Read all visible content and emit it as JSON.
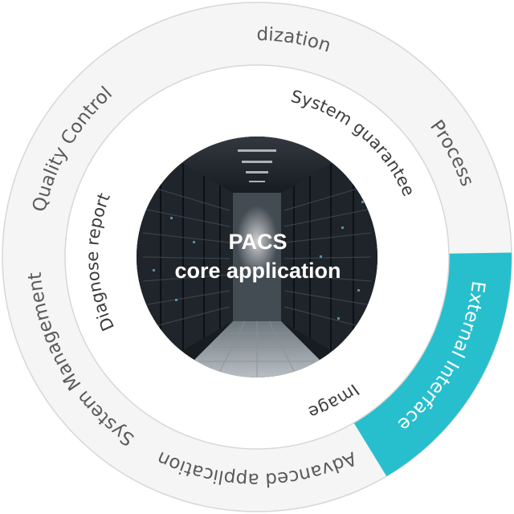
{
  "colors": {
    "accent": "#27bfcd",
    "ring_fill": "#f5f5f6",
    "ring_stroke": "#d7d7d9",
    "label": "#5a5a5a",
    "inner_label": "#3c3c3c",
    "core_dark": "#1b2025",
    "core_floor": "#b9c3cb"
  },
  "core": {
    "title": "PACS",
    "subtitle": "core application"
  },
  "outer_ring": [
    {
      "label": "Standardization",
      "highlight": false
    },
    {
      "label": "Process",
      "highlight": false
    },
    {
      "label": "External Interface",
      "highlight": true
    },
    {
      "label": "Advanced application",
      "highlight": false
    },
    {
      "label": "System Management",
      "highlight": false
    },
    {
      "label": "Quality Control",
      "highlight": false
    }
  ],
  "inner_ring": [
    {
      "label": "System guarantee"
    },
    {
      "label": "Image"
    },
    {
      "label": "Diagnose report"
    }
  ]
}
